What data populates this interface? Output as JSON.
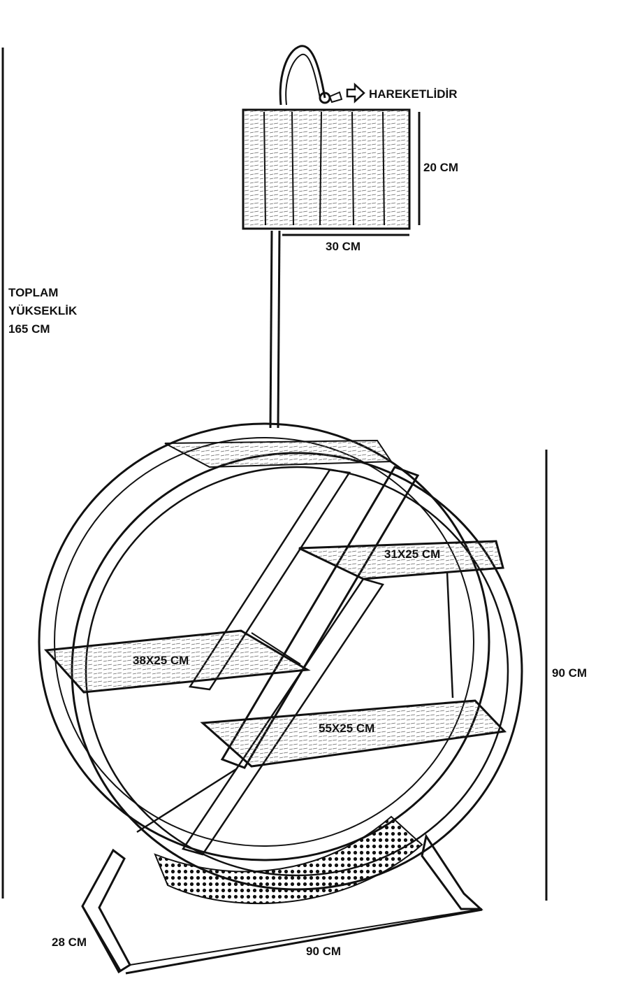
{
  "labels": {
    "movable": "HAREKETLİDİR",
    "shade_height": "20 CM",
    "shade_width": "30 CM",
    "total_height_line1": "TOPLAM",
    "total_height_line2": "YÜKSEKLİK",
    "total_height_line3": "165 CM",
    "shelf_top": "31X25 CM",
    "shelf_left": "38X25 CM",
    "shelf_bottom": "55X25 CM",
    "unit_height": "90 CM",
    "depth": "28 CM",
    "width": "90 CM"
  },
  "colors": {
    "line": "#111111",
    "background": "#ffffff"
  }
}
